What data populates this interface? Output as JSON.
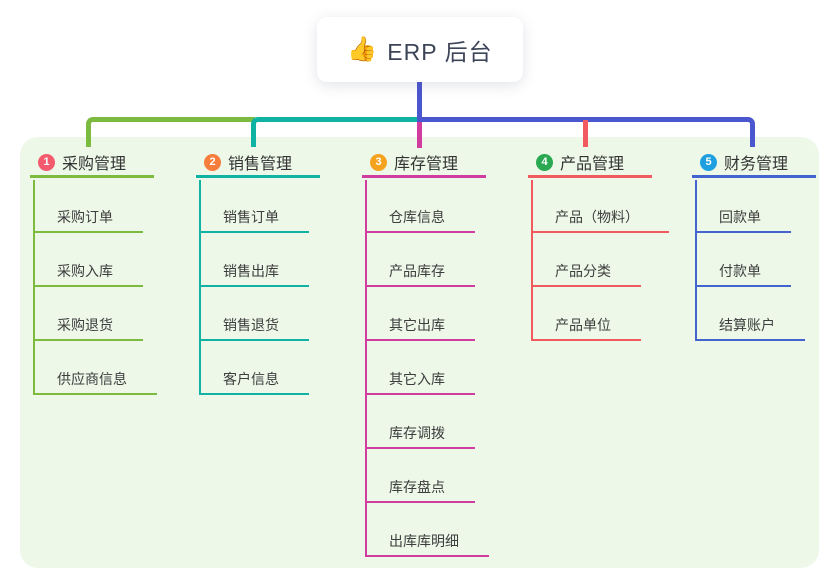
{
  "root": {
    "icon": "👍",
    "title": "ERP 后台"
  },
  "colors": {
    "connector_indigo": "#4b57cf",
    "panel_bg": "#edf8e9",
    "root_text": "#3d4458"
  },
  "branches": [
    {
      "num": "1",
      "title": "采购管理",
      "line_color": "#7dba40",
      "badge_color": "#f45a6e",
      "items": [
        "采购订单",
        "采购入库",
        "采购退货",
        "供应商信息"
      ]
    },
    {
      "num": "2",
      "title": "销售管理",
      "line_color": "#10b3a3",
      "badge_color": "#f67e3c",
      "items": [
        "销售订单",
        "销售出库",
        "销售退货",
        "客户信息"
      ]
    },
    {
      "num": "3",
      "title": "库存管理",
      "line_color": "#d13d9e",
      "badge_color": "#f5a31f",
      "items": [
        "仓库信息",
        "产品库存",
        "其它出库",
        "其它入库",
        "库存调拨",
        "库存盘点",
        "出库库明细"
      ]
    },
    {
      "num": "4",
      "title": "产品管理",
      "line_color": "#f15a5e",
      "badge_color": "#2aa952",
      "items": [
        "产品（物料）",
        "产品分类",
        "产品单位"
      ]
    },
    {
      "num": "5",
      "title": "财务管理",
      "line_color": "#4363ce",
      "badge_color": "#1ea0e0",
      "items": [
        "回款单",
        "付款单",
        "结算账户"
      ]
    }
  ]
}
